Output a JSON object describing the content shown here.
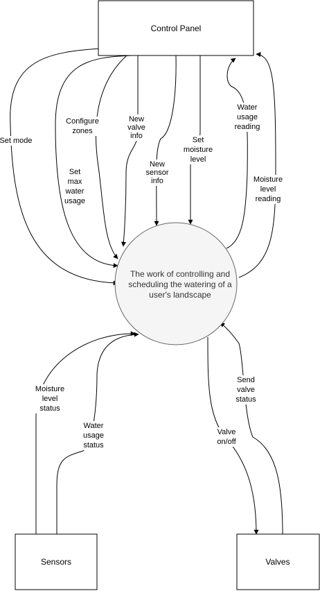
{
  "nodes": {
    "control_panel": "Control Panel",
    "sensors": "Sensors",
    "valves": "Valves",
    "process": [
      "The work of controlling and",
      "scheduling the watering of a",
      "user's landscape"
    ]
  },
  "edges": {
    "set_mode": [
      "Set mode"
    ],
    "set_max_water_usage": [
      "Set",
      "max",
      "water",
      "usage"
    ],
    "configure_zones": [
      "Configure",
      "zones"
    ],
    "new_valve_info": [
      "New",
      "valve",
      "info"
    ],
    "new_sensor_info": [
      "New",
      "sensor",
      "info"
    ],
    "set_moisture_level": [
      "Set",
      "moisture",
      "level"
    ],
    "water_usage_reading": [
      "Water",
      "usage",
      "reading"
    ],
    "moisture_level_reading": [
      "Moisture",
      "level",
      "reading"
    ],
    "moisture_level_status": [
      "Moisture",
      "level",
      "status"
    ],
    "water_usage_status": [
      "Water",
      "usage",
      "status"
    ],
    "valve_on_off": [
      "Valve",
      "on/off"
    ],
    "send_valve_status": [
      "Send",
      "valve",
      "status"
    ]
  }
}
